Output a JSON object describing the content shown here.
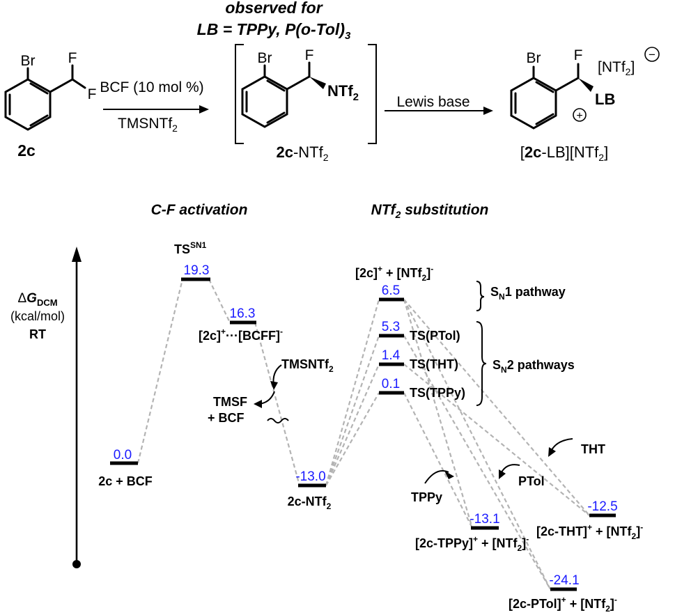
{
  "scheme": {
    "header_line1": "observed for",
    "header_line2": "LB = TPPy, P(o-Tol)",
    "header_line2_sub": "3",
    "reactant": {
      "br": "Br",
      "f1": "F",
      "f2": "F",
      "label": "2c"
    },
    "reagents": {
      "line1": "BCF (10 mol %)",
      "line2": "TMSNTf",
      "line2_sub": "2"
    },
    "intermediate": {
      "br": "Br",
      "f": "F",
      "group": "NTf",
      "group_sub": "2",
      "label_bold": "2c",
      "label_rest": "-NTf",
      "label_sub": "2"
    },
    "step2_reagent": "Lewis base",
    "product": {
      "br": "Br",
      "f": "F",
      "lb": "LB",
      "plus": "+",
      "counterion": "[NTf",
      "counterion_sub": "2",
      "counterion_close": "]",
      "minus": "−",
      "label_open": "[",
      "label_bold": "2c",
      "label_rest": "-LB][NTf",
      "label_sub": "2",
      "label_close": "]"
    }
  },
  "diagram": {
    "section_cf": "C-F activation",
    "section_ntf": "NTf",
    "section_ntf_sub": "2",
    "section_ntf_rest": " substitution",
    "axis": {
      "delta": "Δ",
      "g": "G",
      "sub": "DCM",
      "units": "(kcal/mol)",
      "temp": "RT"
    },
    "levels": {
      "start": {
        "value": "0.0",
        "label": "2c + BCF"
      },
      "ts1": {
        "value": "19.3",
        "label": "TS",
        "sup": "SN1"
      },
      "ip": {
        "value": "16.3",
        "label": "[2c]",
        "label_sup": "+",
        "label_mid": "···[BCFF]",
        "label_sup2": "-"
      },
      "int": {
        "value": "-13.0",
        "label": "2c-NTf",
        "label_sub": "2"
      },
      "sn1": {
        "value": "6.5",
        "label": "[2c]",
        "label_sup": "+",
        "label_mid": " + [NTf",
        "label_sub": "2",
        "label_end": "]",
        "label_sup2": "-"
      },
      "tsptol": {
        "value": "5.3",
        "label": "TS(PTol)"
      },
      "tstht": {
        "value": "1.4",
        "label": "TS(THT)"
      },
      "tstppy": {
        "value": "0.1",
        "label": "TS(TPPy)"
      },
      "ptppy": {
        "value": "-13.1",
        "label": "[2c-TPPy]",
        "label_sup": "+",
        "label_mid": " + [NTf",
        "label_sub": "2",
        "label_end": "]",
        "label_sup2": "-"
      },
      "ptht": {
        "value": "-12.5",
        "label": "[2c-THT]",
        "label_sup": "+",
        "label_mid": " + [NTf",
        "label_sub": "2",
        "label_end": "]",
        "label_sup2": "-"
      },
      "pptol": {
        "value": "-24.1",
        "label": "[2c-PTol]",
        "label_sup": "+",
        "label_mid": " + [NTf",
        "label_sub": "2",
        "label_end": "]",
        "label_sup2": "-"
      }
    },
    "pathway_sn1": "S",
    "pathway_sn1_sub": "N",
    "pathway_sn1_rest": "1 pathway",
    "pathway_sn2": "S",
    "pathway_sn2_sub": "N",
    "pathway_sn2_rest": "2 pathways",
    "tmsntf2": "TMSNTf",
    "tmsntf2_sub": "2",
    "tmsf": "TMSF",
    "bcf": "+ BCF",
    "tppy": "TPPy",
    "ptol": "PTol",
    "tht": "THT"
  }
}
